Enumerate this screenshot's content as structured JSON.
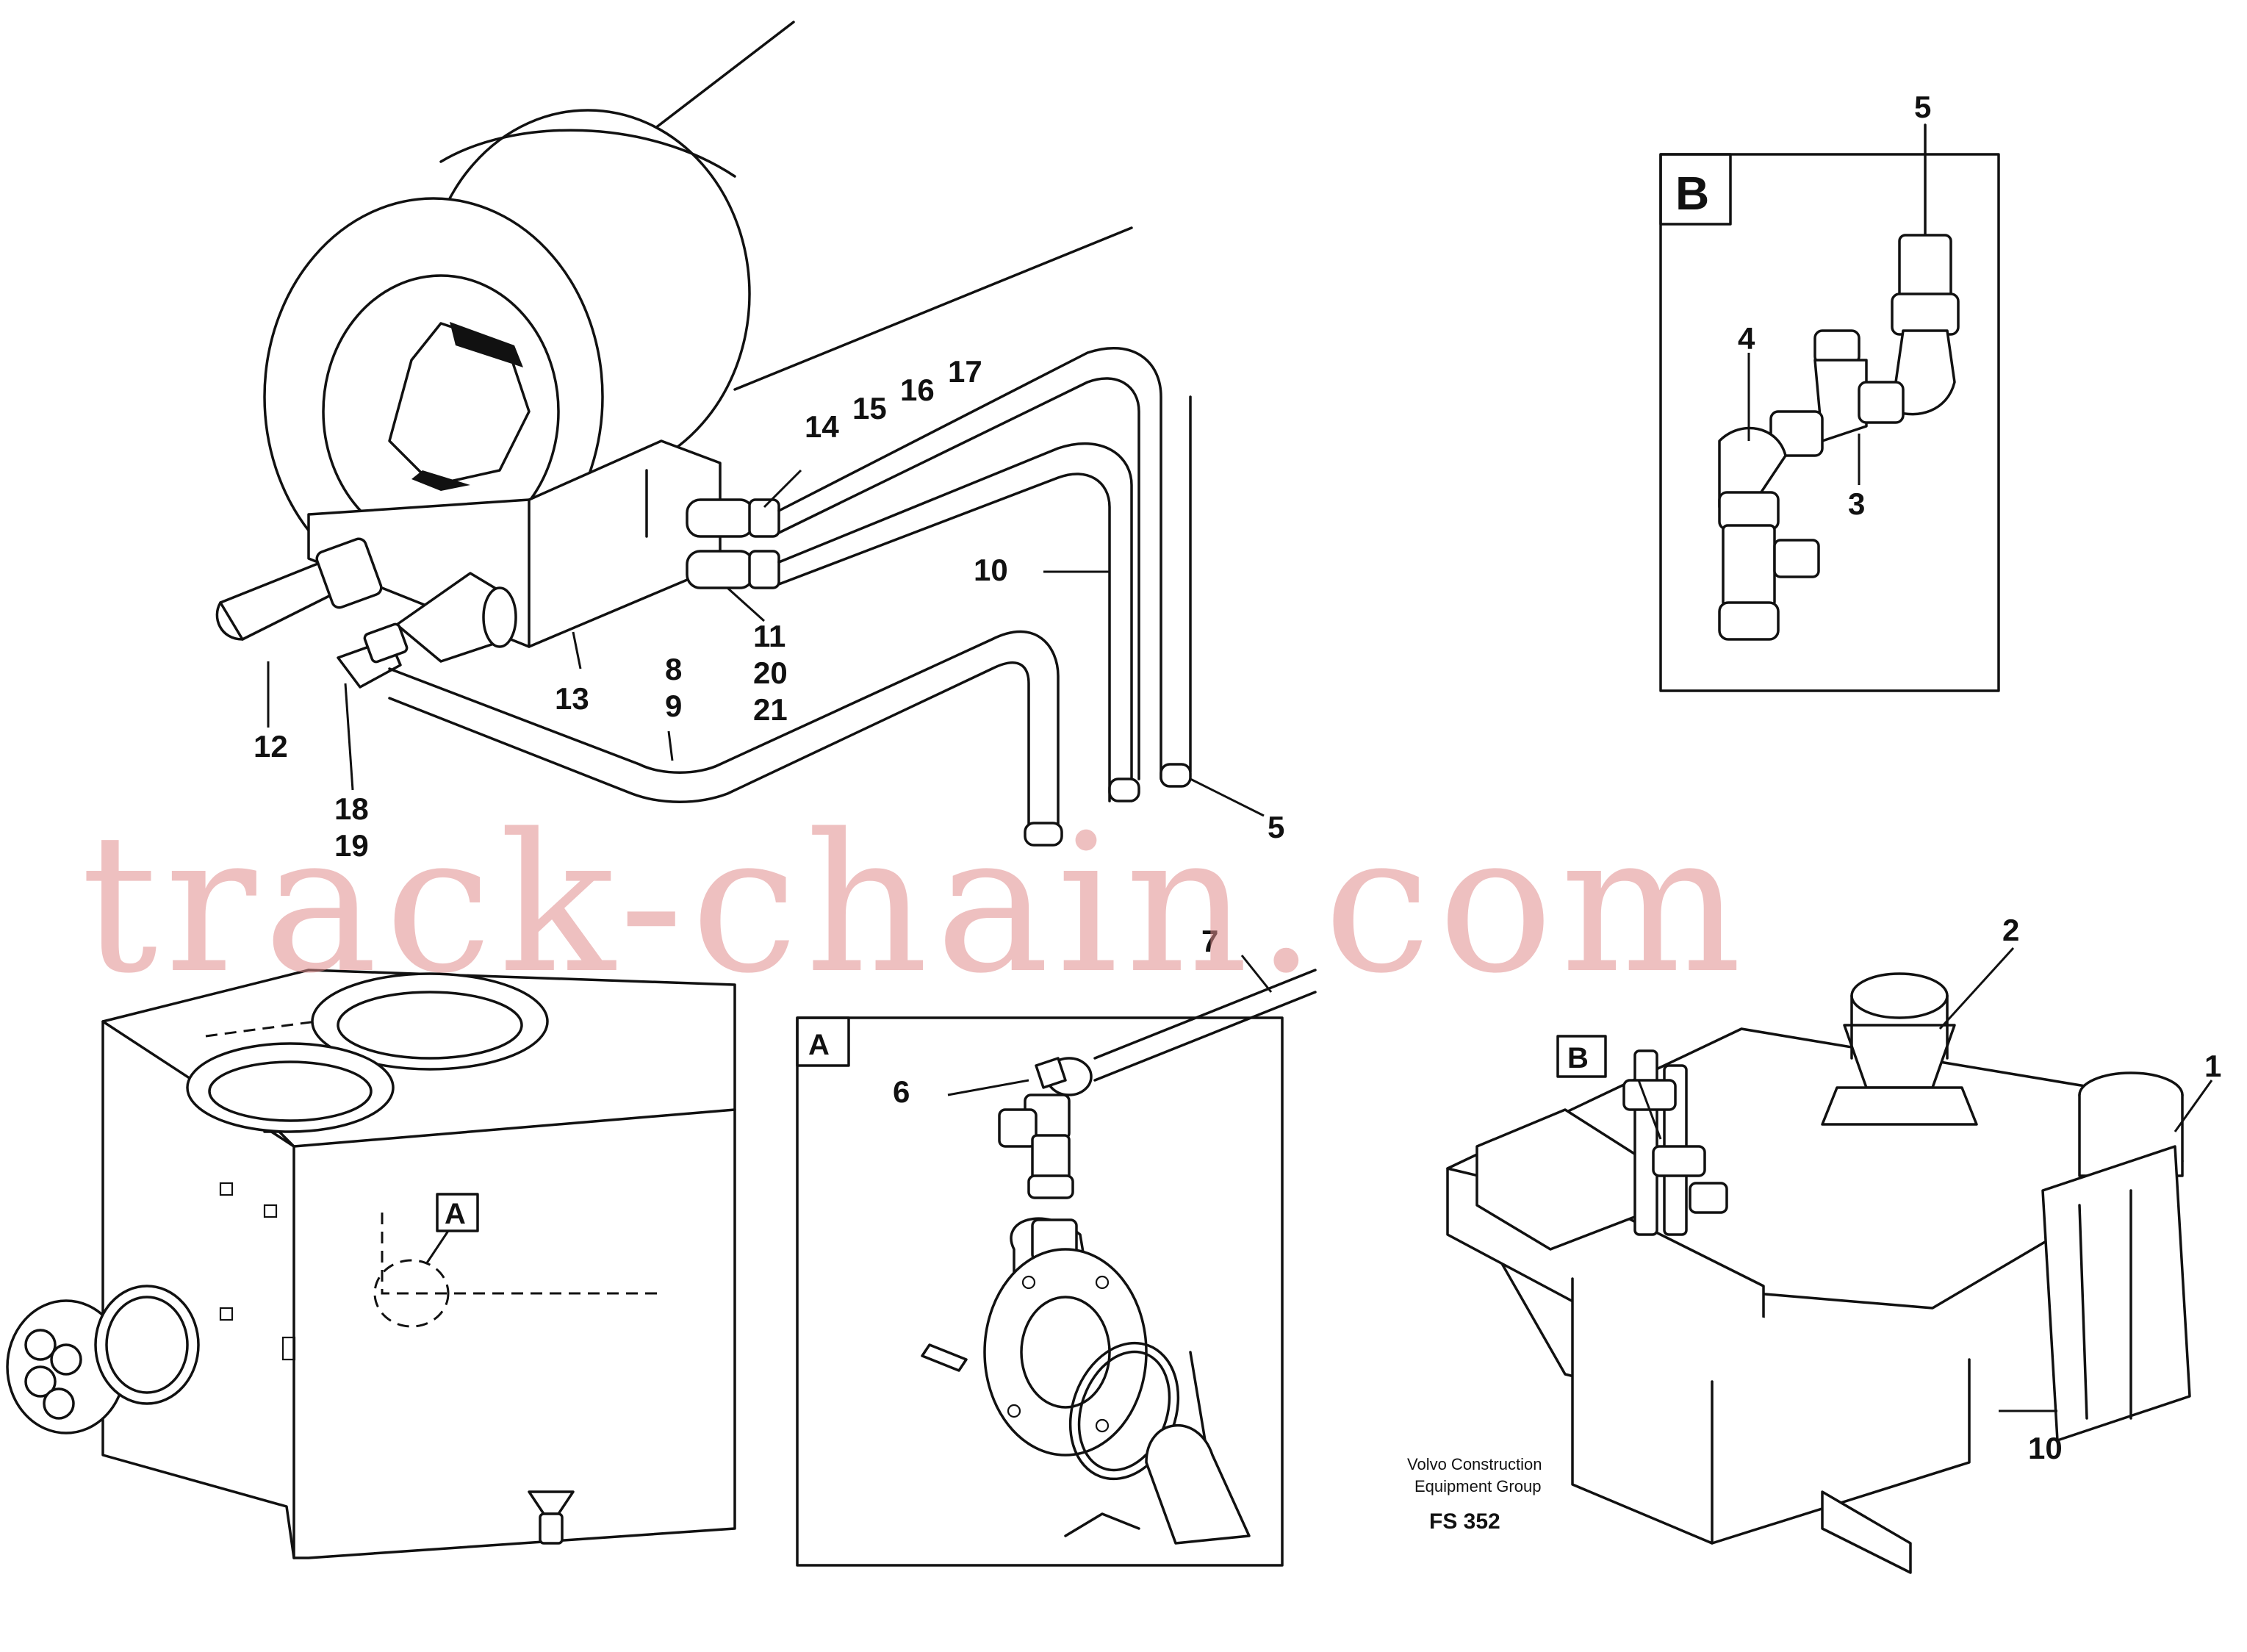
{
  "callouts": {
    "c12": "12",
    "c13": "13",
    "c18": "18",
    "c19": "19",
    "c8": "8",
    "c9": "9",
    "c11": "11",
    "c20": "20",
    "c21": "21",
    "c10_top": "10",
    "c5_top": "5",
    "c14": "14",
    "c15": "15",
    "c16": "16",
    "c17": "17",
    "c5_b": "5",
    "c4_b": "4",
    "c3_b": "3",
    "c7": "7",
    "c6": "6",
    "c2": "2",
    "c1": "1",
    "c10_bottom": "10"
  },
  "detail_labels": {
    "b_box": "B",
    "a_box": "A",
    "a_tank": "A",
    "b_valve": "B"
  },
  "footer": {
    "company_line1": "Volvo Construction",
    "company_line2": "Equipment Group",
    "code": "FS 352"
  },
  "watermark": "track-chain.com"
}
